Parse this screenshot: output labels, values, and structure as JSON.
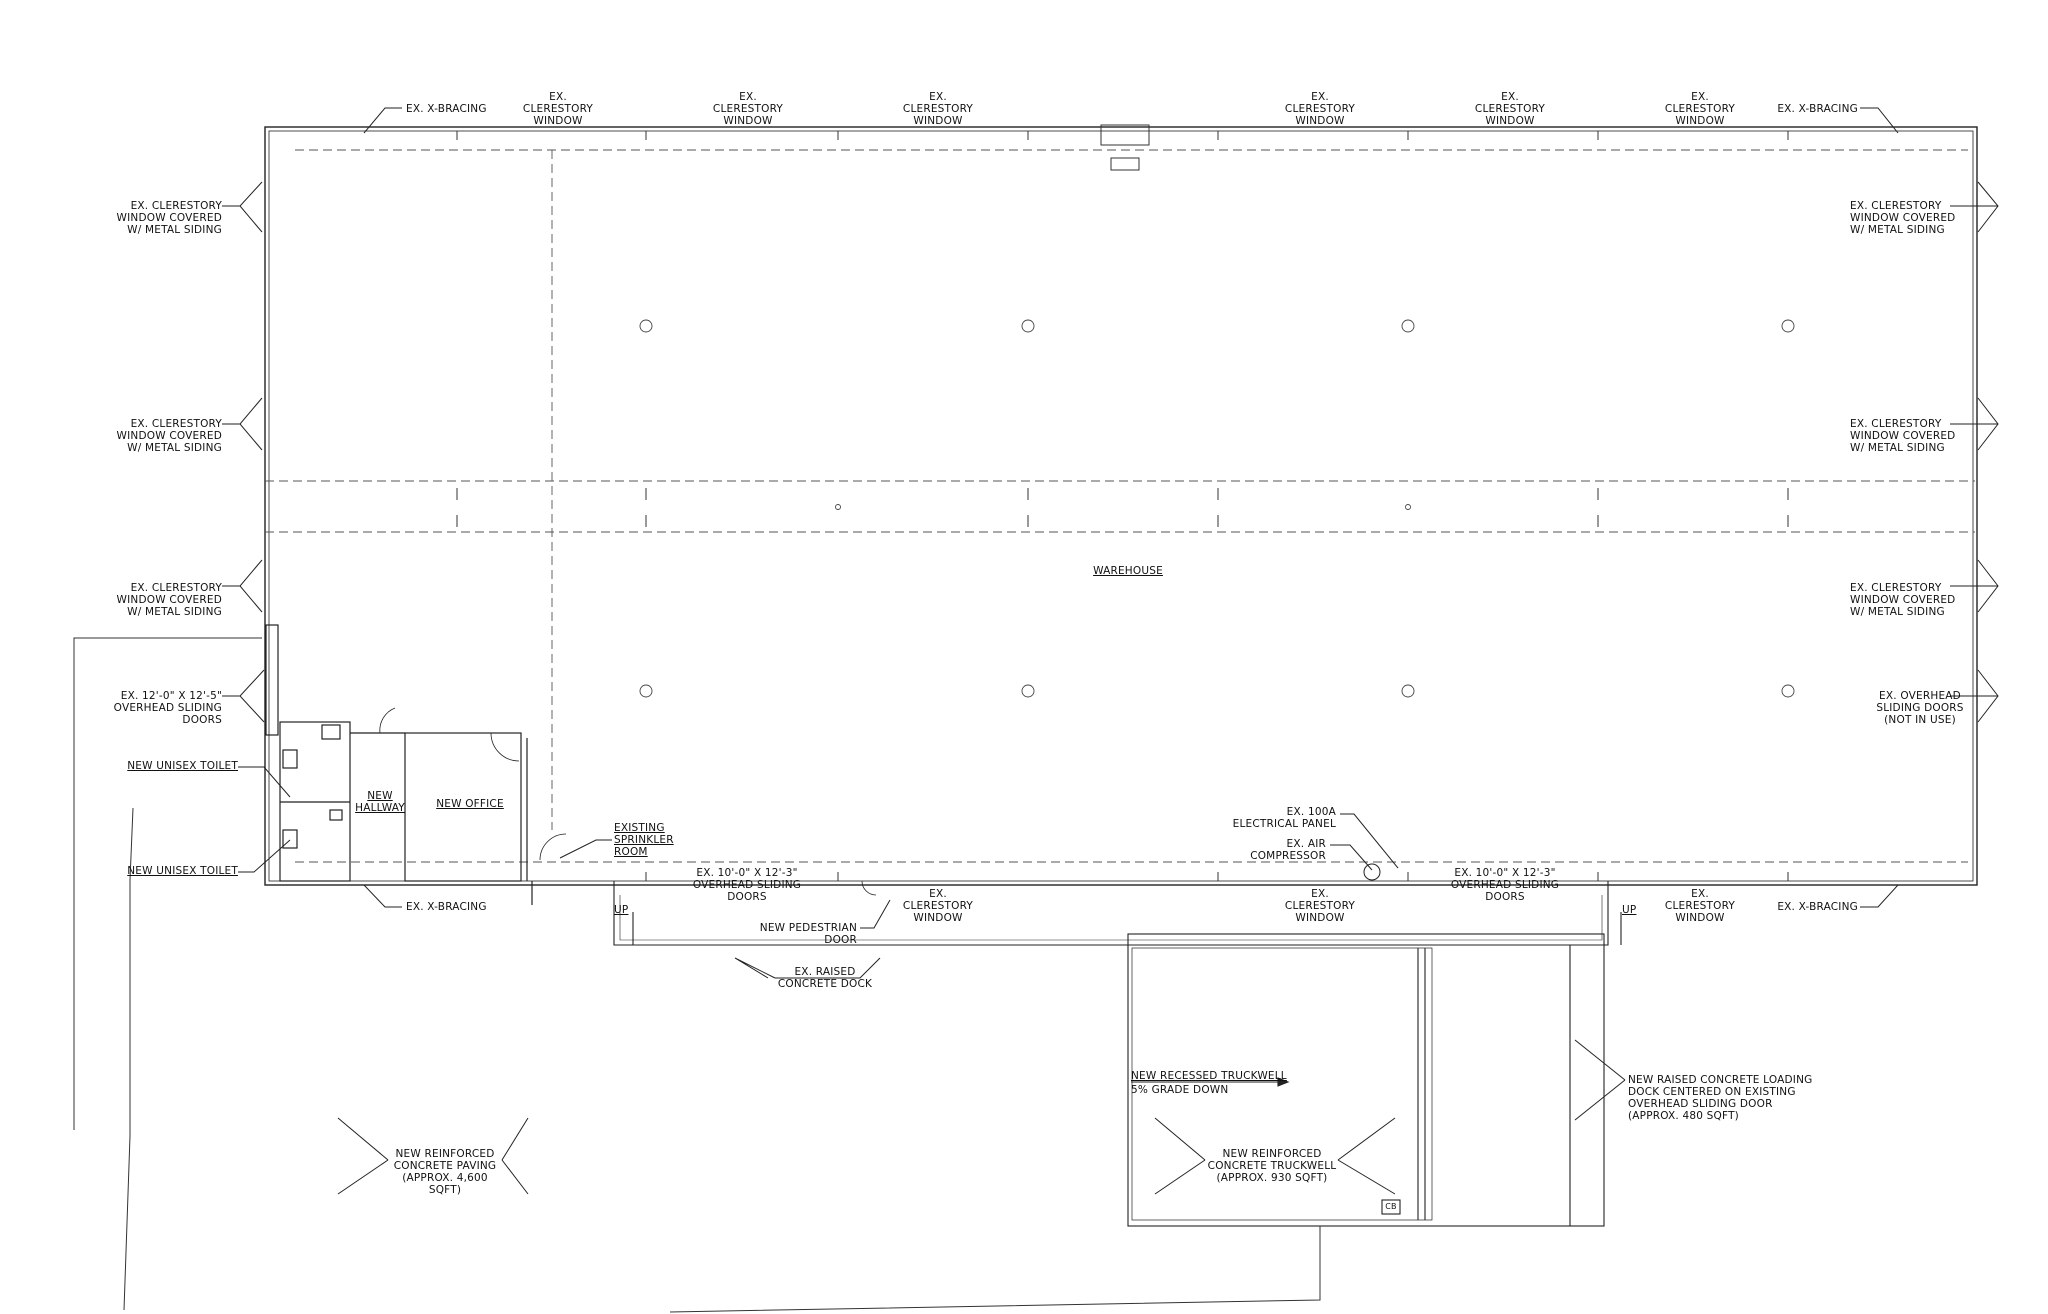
{
  "rooms": {
    "warehouse": "WAREHOUSE",
    "new_office": "NEW OFFICE",
    "new_hallway": "NEW\nHALLWAY",
    "unisex_toilet_1": "NEW UNISEX TOILET",
    "unisex_toilet_2": "NEW UNISEX TOILET",
    "sprinkler_room": "EXISTING\nSPRINKLER\nROOM"
  },
  "top_labels": {
    "x_bracing_left": "EX. X-BRACING",
    "x_bracing_right": "EX. X-BRACING",
    "clerestory_1": "EX.\nCLERESTORY\nWINDOW",
    "clerestory_2": "EX.\nCLERESTORY\nWINDOW",
    "clerestory_3": "EX.\nCLERESTORY\nWINDOW",
    "clerestory_4": "EX.\nCLERESTORY\nWINDOW",
    "clerestory_5": "EX.\nCLERESTORY\nWINDOW",
    "clerestory_6": "EX.\nCLERESTORY\nWINDOW"
  },
  "left_labels": {
    "covered_1": "EX. CLERESTORY\nWINDOW COVERED\nW/ METAL SIDING",
    "covered_2": "EX. CLERESTORY\nWINDOW COVERED\nW/ METAL SIDING",
    "covered_3": "EX. CLERESTORY\nWINDOW COVERED\nW/ METAL SIDING",
    "overhead_doors": "EX. 12'-0\" X 12'-5\"\nOVERHEAD SLIDING\nDOORS"
  },
  "right_labels": {
    "covered_1": "EX. CLERESTORY\nWINDOW COVERED\nW/ METAL SIDING",
    "covered_2": "EX. CLERESTORY\nWINDOW COVERED\nW/ METAL SIDING",
    "covered_3": "EX. CLERESTORY\nWINDOW COVERED\nW/ METAL SIDING",
    "overhead_not_in_use": "EX. OVERHEAD\nSLIDING DOORS\n(NOT IN USE)"
  },
  "bottom_labels": {
    "x_bracing_left": "EX. X-BRACING",
    "x_bracing_right": "EX. X-BRACING",
    "overhead_doors_left": "EX. 10'-0\" X 12'-3\"\nOVERHEAD SLIDING\nDOORS",
    "overhead_doors_right": "EX. 10'-0\" X 12'-3\"\nOVERHEAD SLIDING\nDOORS",
    "pedestrian_door": "NEW PEDESTRIAN\nDOOR",
    "clerestory_a": "EX.\nCLERESTORY\nWINDOW",
    "clerestory_b": "EX.\nCLERESTORY\nWINDOW",
    "clerestory_c": "EX.\nCLERESTORY\nWINDOW",
    "electrical_panel": "EX. 100A\nELECTRICAL PANEL",
    "air_compressor": "EX. AIR\nCOMPRESSOR",
    "raised_dock": "EX. RAISED\nCONCRETE DOCK",
    "up_left": "UP",
    "up_right": "UP"
  },
  "site_labels": {
    "paving": "NEW REINFORCED\nCONCRETE PAVING\n(APPROX. 4,600 SQFT)",
    "truckwell": "NEW REINFORCED\nCONCRETE TRUCKWELL\n(APPROX. 930 SQFT)",
    "recessed_truckwell": "NEW RECESSED TRUCKWELL",
    "grade": "5% GRADE DOWN",
    "loading_dock": "NEW RAISED CONCRETE LOADING\nDOCK CENTERED ON EXISTING\nOVERHEAD SLIDING DOOR\n(APPROX. 480 SQFT)",
    "cb": "CB"
  }
}
